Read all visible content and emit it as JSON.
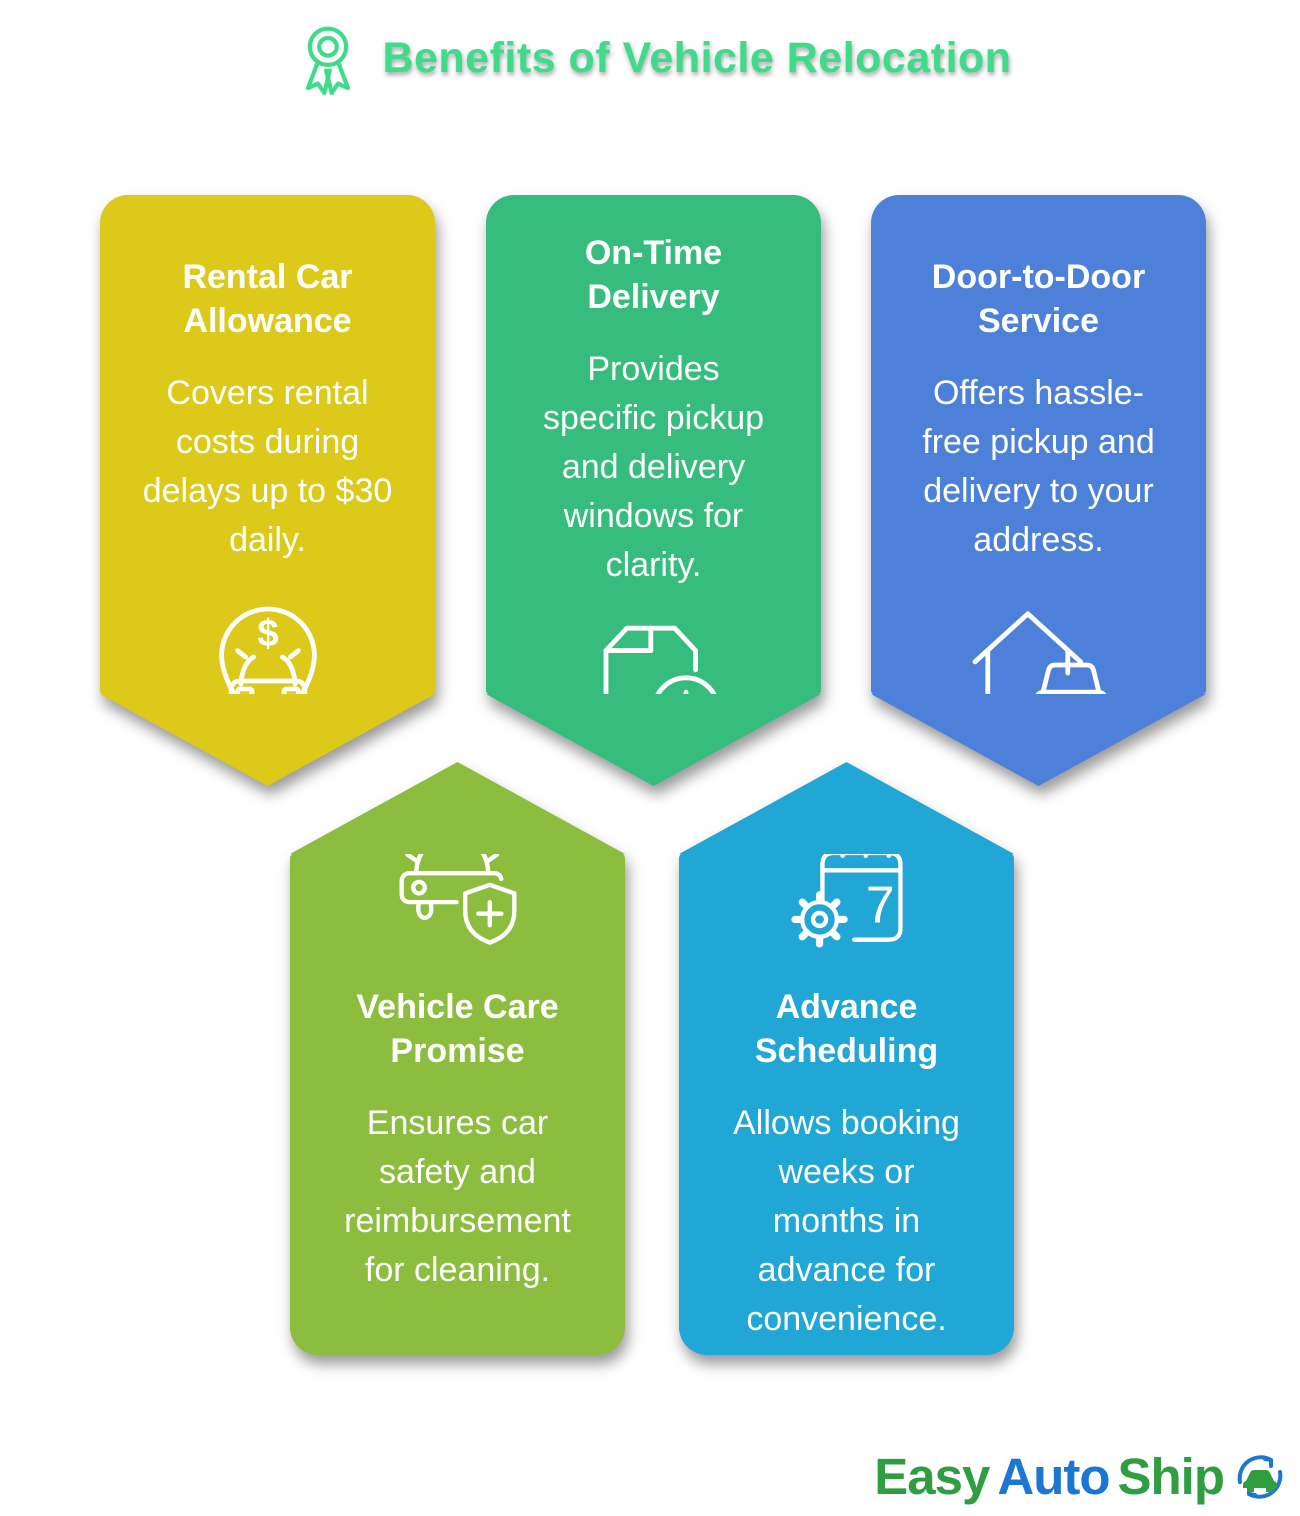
{
  "header": {
    "title": "Benefits of Vehicle Relocation",
    "color": "#3edc8a",
    "icon": "award-ribbon-icon"
  },
  "cards": [
    {
      "id": "rental-car-allowance",
      "title": "Rental Car Allowance",
      "body": "Covers rental costs during delays up to $30 daily.",
      "color": "#dcc91a",
      "icon": "car-dollar-pin-icon",
      "icon_symbol": "$"
    },
    {
      "id": "on-time-delivery",
      "title": "On-Time Delivery",
      "body": "Provides specific pickup and delivery windows for clarity.",
      "color": "#36bd7e",
      "icon": "package-clock-icon"
    },
    {
      "id": "door-to-door-service",
      "title": "Door-to-Door Service",
      "body": "Offers hassle-free pickup and delivery to your address.",
      "color": "#4d80d8",
      "icon": "house-car-icon"
    },
    {
      "id": "vehicle-care-promise",
      "title": "Vehicle Care Promise",
      "body": "Ensures car safety and reimbursement for cleaning.",
      "color": "#8cbd3f",
      "icon": "car-shield-icon"
    },
    {
      "id": "advance-scheduling",
      "title": "Advance Scheduling",
      "body": "Allows booking weeks or months in advance for convenience.",
      "color": "#20a7d5",
      "icon": "calendar-gear-icon",
      "icon_number": "7"
    }
  ],
  "logo": {
    "part1": "Easy",
    "part2": "Auto",
    "part3": "Ship",
    "green": "#2f9e41",
    "blue": "#1c76d2",
    "icon": "circular-arrows-car-logo-icon"
  }
}
